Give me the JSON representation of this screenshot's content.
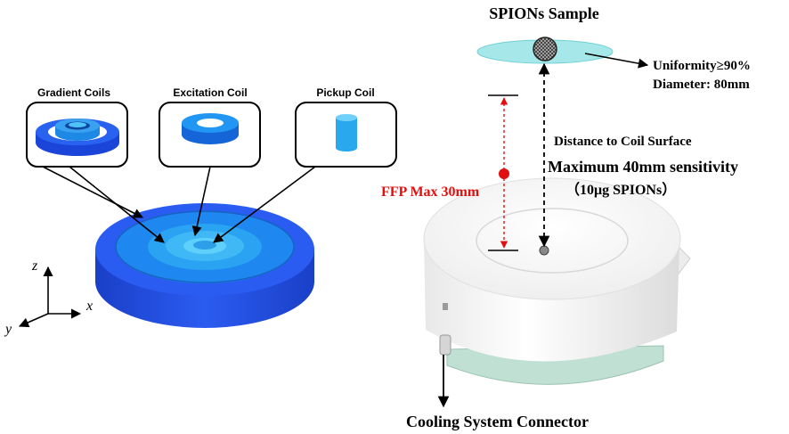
{
  "coils": {
    "gradient_label": "Gradient Coils",
    "excitation_label": "Excitation Coil",
    "pickup_label": "Pickup Coil"
  },
  "axes": {
    "z": "z",
    "x": "x",
    "y": "y"
  },
  "sample": {
    "title": "SPIONs Sample",
    "uniformity": "Uniformity≥90%",
    "diameter": "Diameter: 80mm"
  },
  "measurements": {
    "distance_label": "Distance to Coil Surface",
    "sensitivity_label": "Maximum 40mm sensitivity",
    "spions_amount": "（10μg SPIONs）",
    "ffp_label": "FFP Max 30mm"
  },
  "cooling": {
    "label": "Cooling System Connector"
  },
  "colors": {
    "coil_dark": "#1f4fe0",
    "coil_mid": "#1e88f0",
    "coil_light": "#4fc3f7",
    "ffp_red": "#e01010",
    "sample_cyan": "#8fe3e6"
  }
}
